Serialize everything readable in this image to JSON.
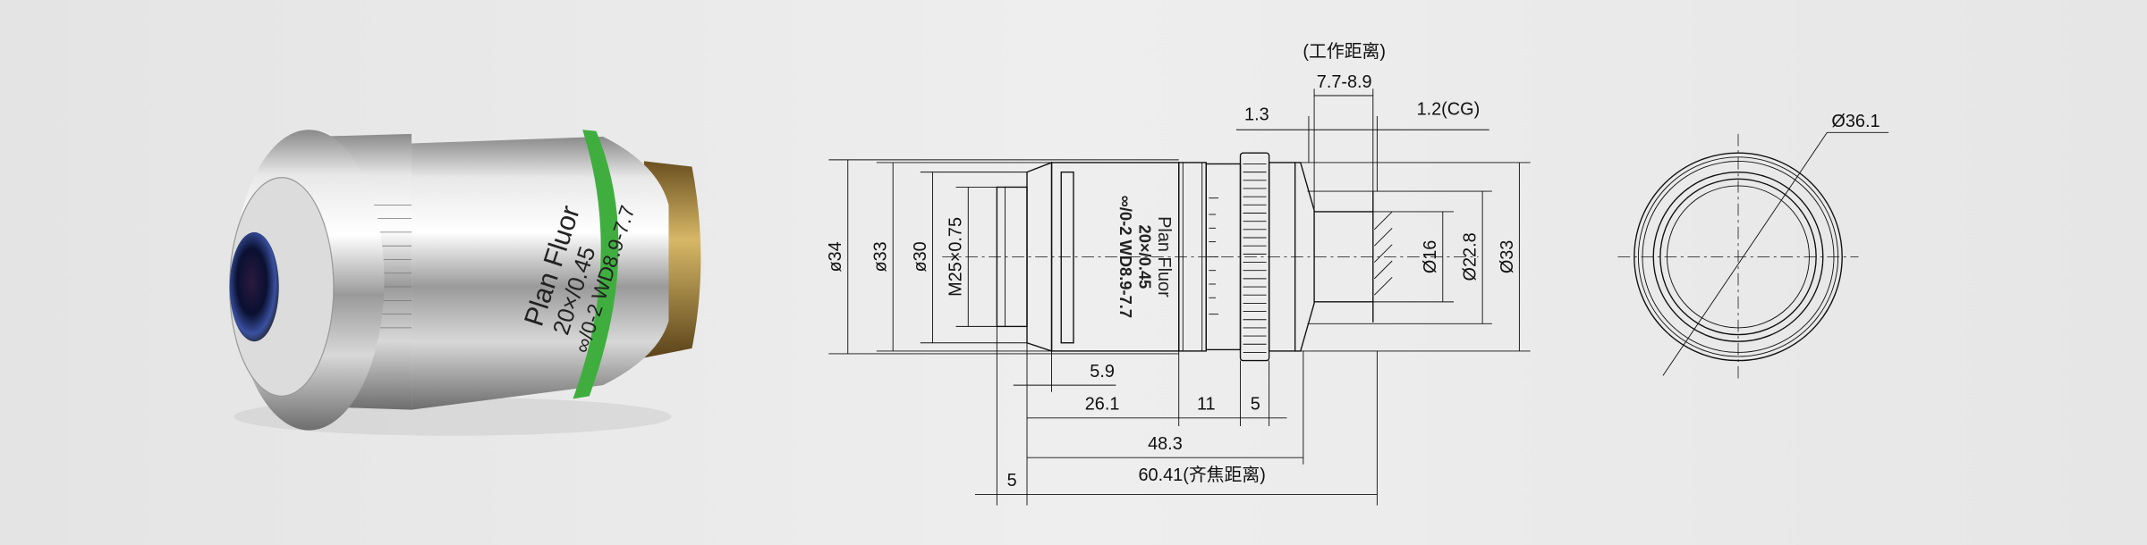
{
  "photo": {
    "engraving": {
      "line1": "Plan Fluor",
      "line2": "20×/0.45",
      "line3": "∞/0-2 WD8.9-7.7"
    },
    "band_color": "#3fae3f"
  },
  "drawing": {
    "side_view": {
      "engraving": {
        "line1": "Plan Fluor",
        "line2": "20×/0.45",
        "line3": "∞/0-2 WD8.9-7.7"
      },
      "dims": {
        "d34": "ø34",
        "d33_left": "ø33",
        "d30": "ø30",
        "thread": "M25×0.75",
        "d16": "Ø16",
        "d22_8": "Ø22.8",
        "d33_right": "Ø33",
        "working_distance_label": "(工作距离)",
        "working_distance": "7.7-8.9",
        "d1_3": "1.3",
        "cover_glass": "1.2(CG)",
        "d5_9": "5.9",
        "d26_1": "26.1",
        "d11": "11",
        "d5_knurl": "5",
        "d48_3": "48.3",
        "parfocal": "60.41(齐焦距离)",
        "d5_left": "5"
      }
    },
    "front_view": {
      "diameter": "Ø36.1"
    }
  }
}
